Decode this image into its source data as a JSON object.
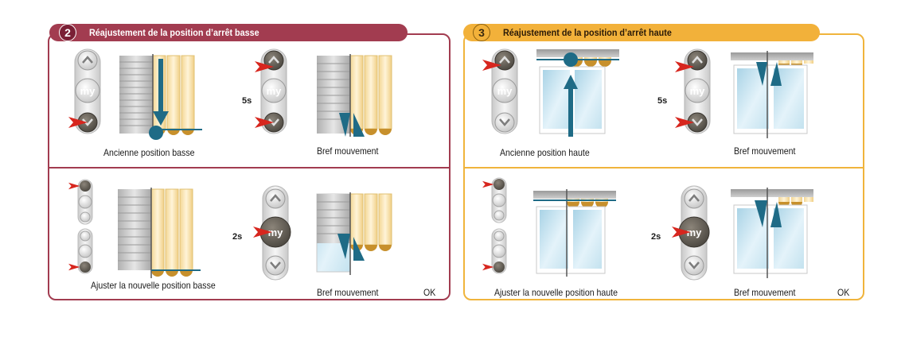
{
  "left_panel": {
    "step": "2",
    "title": "Réajustement  de la position d’arrêt basse",
    "top_row": {
      "caption_1": "Ancienne position basse",
      "time": "5s",
      "caption_2": "Bref mouvement"
    },
    "bottom_row": {
      "caption_1": "Ajuster la nouvelle position basse",
      "time": "2s",
      "caption_2": "Bref mouvement",
      "ok": "OK"
    }
  },
  "right_panel": {
    "step": "3",
    "title": "Réajustement  de la position d’arrêt haute",
    "top_row": {
      "caption_1": "Ancienne position haute",
      "time": "5s",
      "caption_2": "Bref mouvement"
    },
    "bottom_row": {
      "caption_1": "Ajuster la nouvelle position haute",
      "time": "2s",
      "caption_2": "Bref mouvement",
      "ok": "OK"
    }
  },
  "remote": {
    "my_label": "my"
  },
  "colors": {
    "left_accent": "#a23c50",
    "right_accent": "#f0b43c",
    "arrow_blue": "#1f6b86",
    "red_pointer": "#d7261e"
  }
}
